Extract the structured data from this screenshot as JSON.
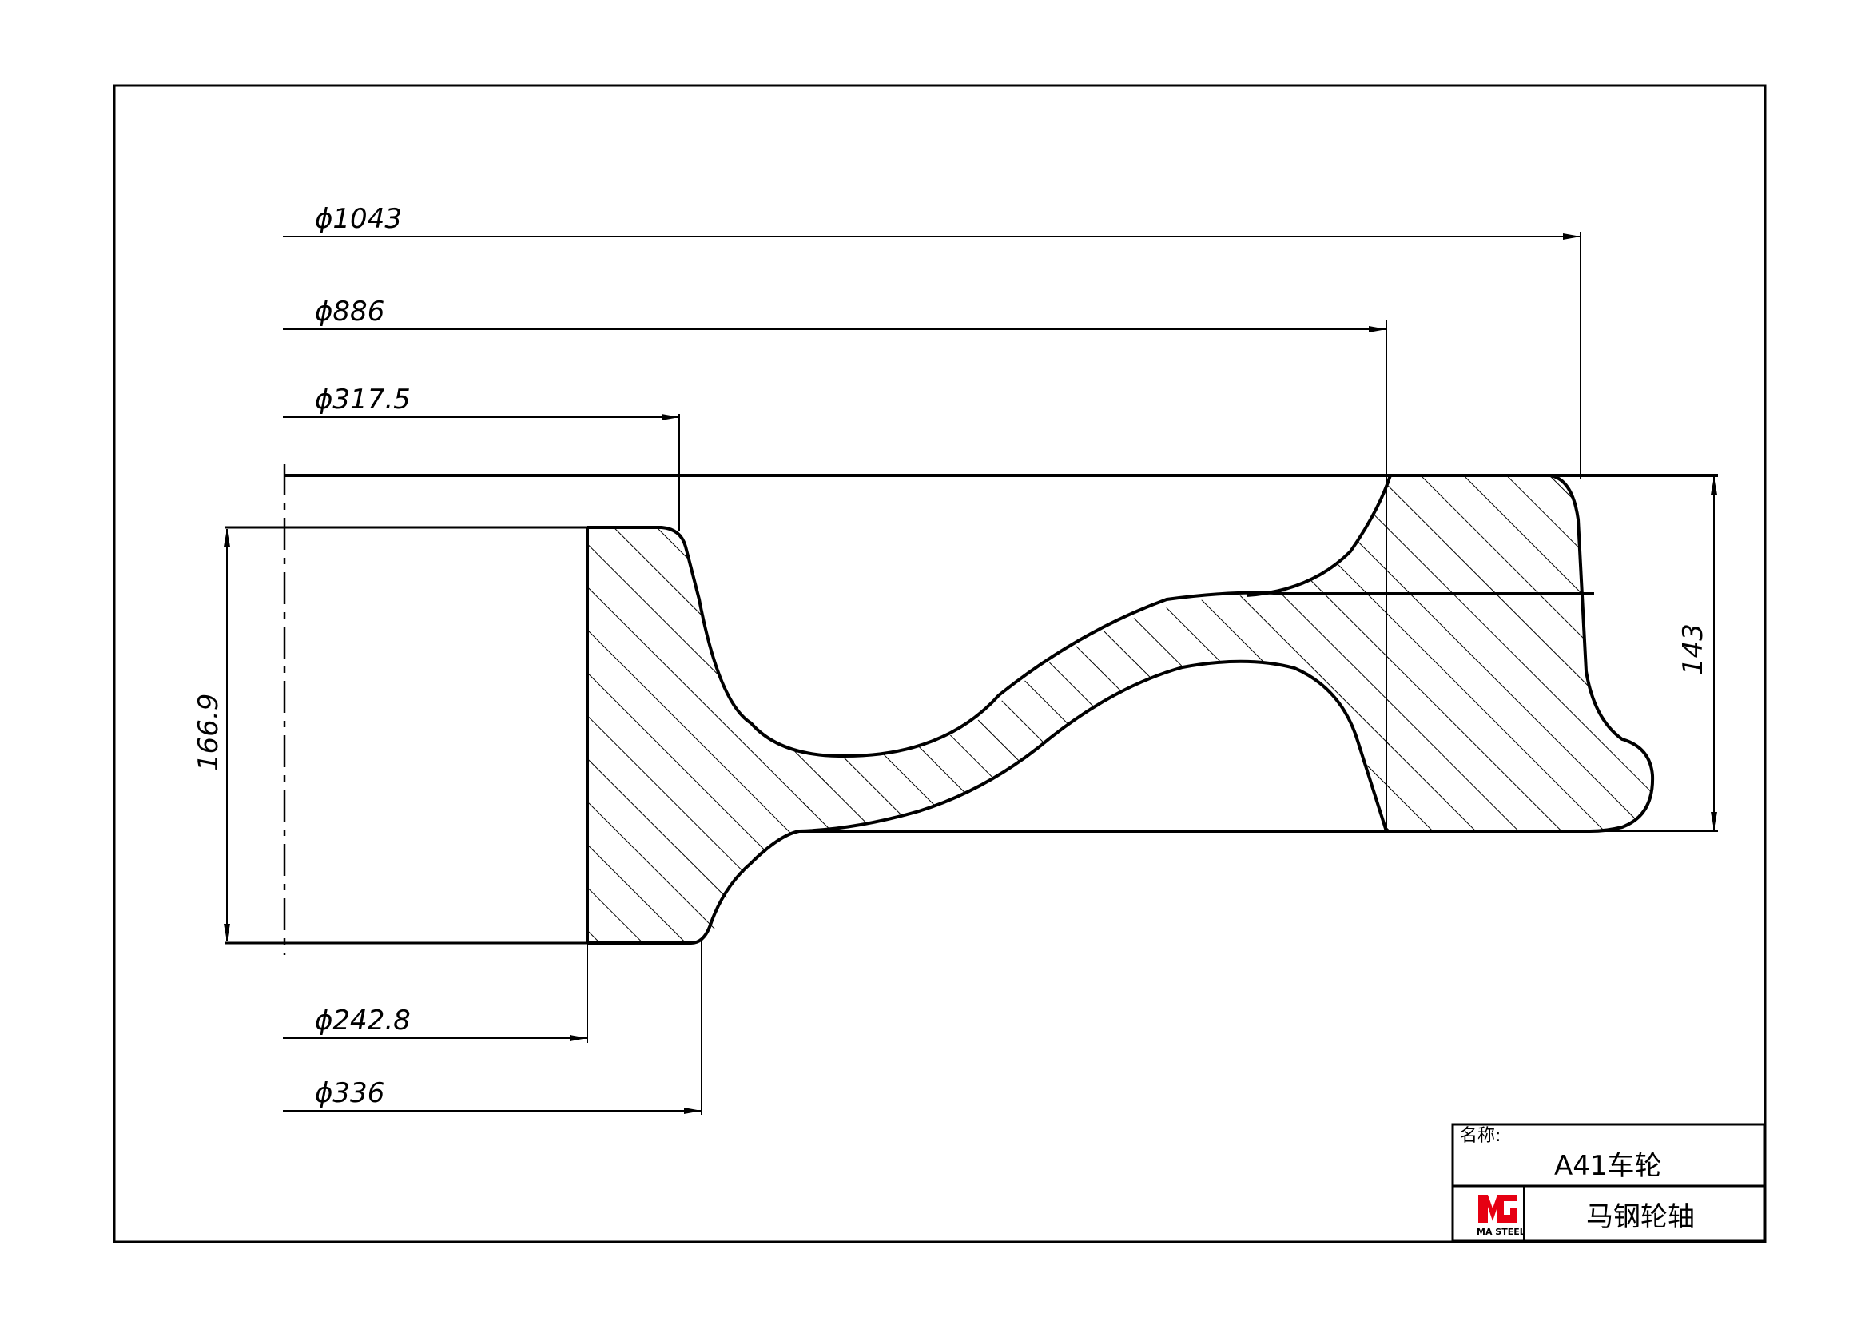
{
  "dimensions": {
    "d1043": "ϕ1043",
    "d886": "ϕ886",
    "d317_5": "ϕ317.5",
    "d242_8": "ϕ242.8",
    "d336": "ϕ336",
    "h166_9": "166.9",
    "h143": "143"
  },
  "title_block": {
    "name_label": "名称:",
    "part_name": "A41车轮",
    "company_name": "马钢轮轴",
    "logo_text": "MA STEEL"
  },
  "colors": {
    "line": "#000000",
    "logo_red": "#e60012",
    "background": "#ffffff"
  }
}
